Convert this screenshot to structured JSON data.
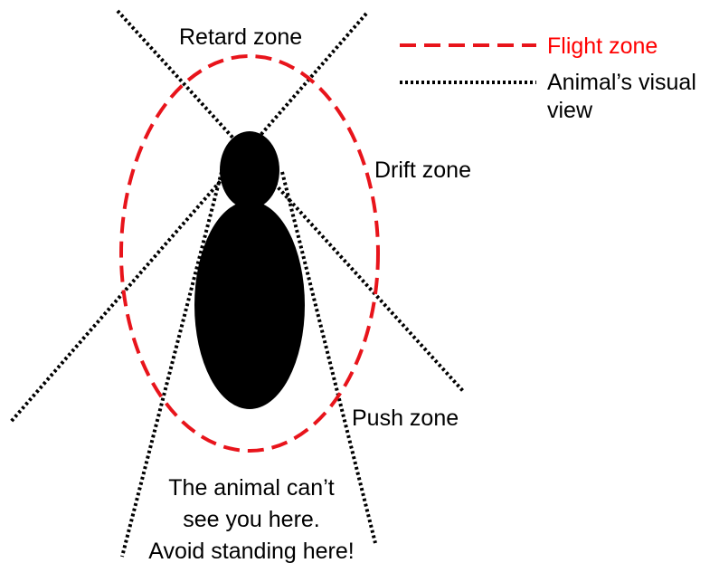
{
  "legend": {
    "flight_zone": "Flight zone",
    "visual_view_line1": "Animal’s visual",
    "visual_view_line2": "view",
    "flight_color": "#e8141b",
    "view_color": "#000000"
  },
  "zones": {
    "retard": "Retard zone",
    "drift": "Drift zone",
    "push": "Push zone"
  },
  "blind_spot": {
    "line1": "The animal can’t",
    "line2": "see you here.",
    "line3": "Avoid standing here!"
  },
  "animal_color": "#000000"
}
